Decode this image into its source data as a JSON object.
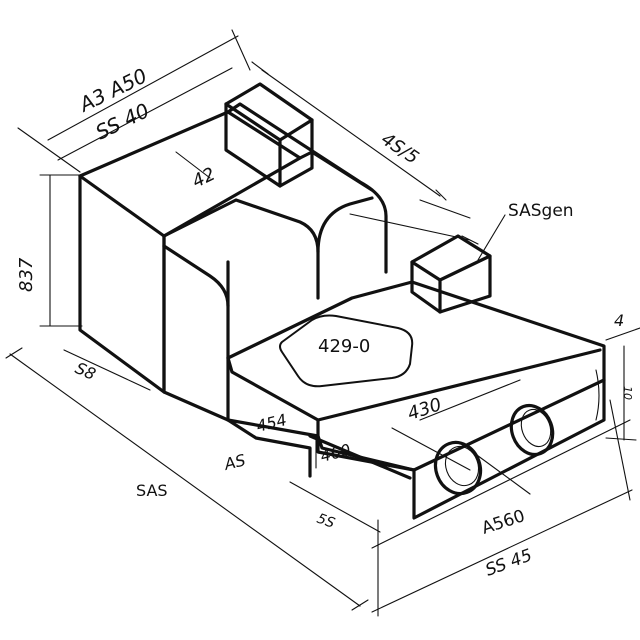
{
  "diagram": {
    "labels": {
      "top_dim_1": "A3 A50",
      "top_dim_2": "SS 40",
      "inner_dim": "42",
      "left_height": "837",
      "left_depth": "S8",
      "top_right_dim": "4S/5",
      "callout": "SASgen",
      "right_edge": "4",
      "pad_label": "429-0",
      "length_dim": "430",
      "step_dim_1": "454",
      "step_dim_2": "460",
      "step_dim_3": "AS",
      "bottom_left": "SAS",
      "bottom_mid": "5S",
      "bottom_right_1": "A560",
      "bottom_right_2": "SS 45",
      "side_mark": "10"
    }
  }
}
